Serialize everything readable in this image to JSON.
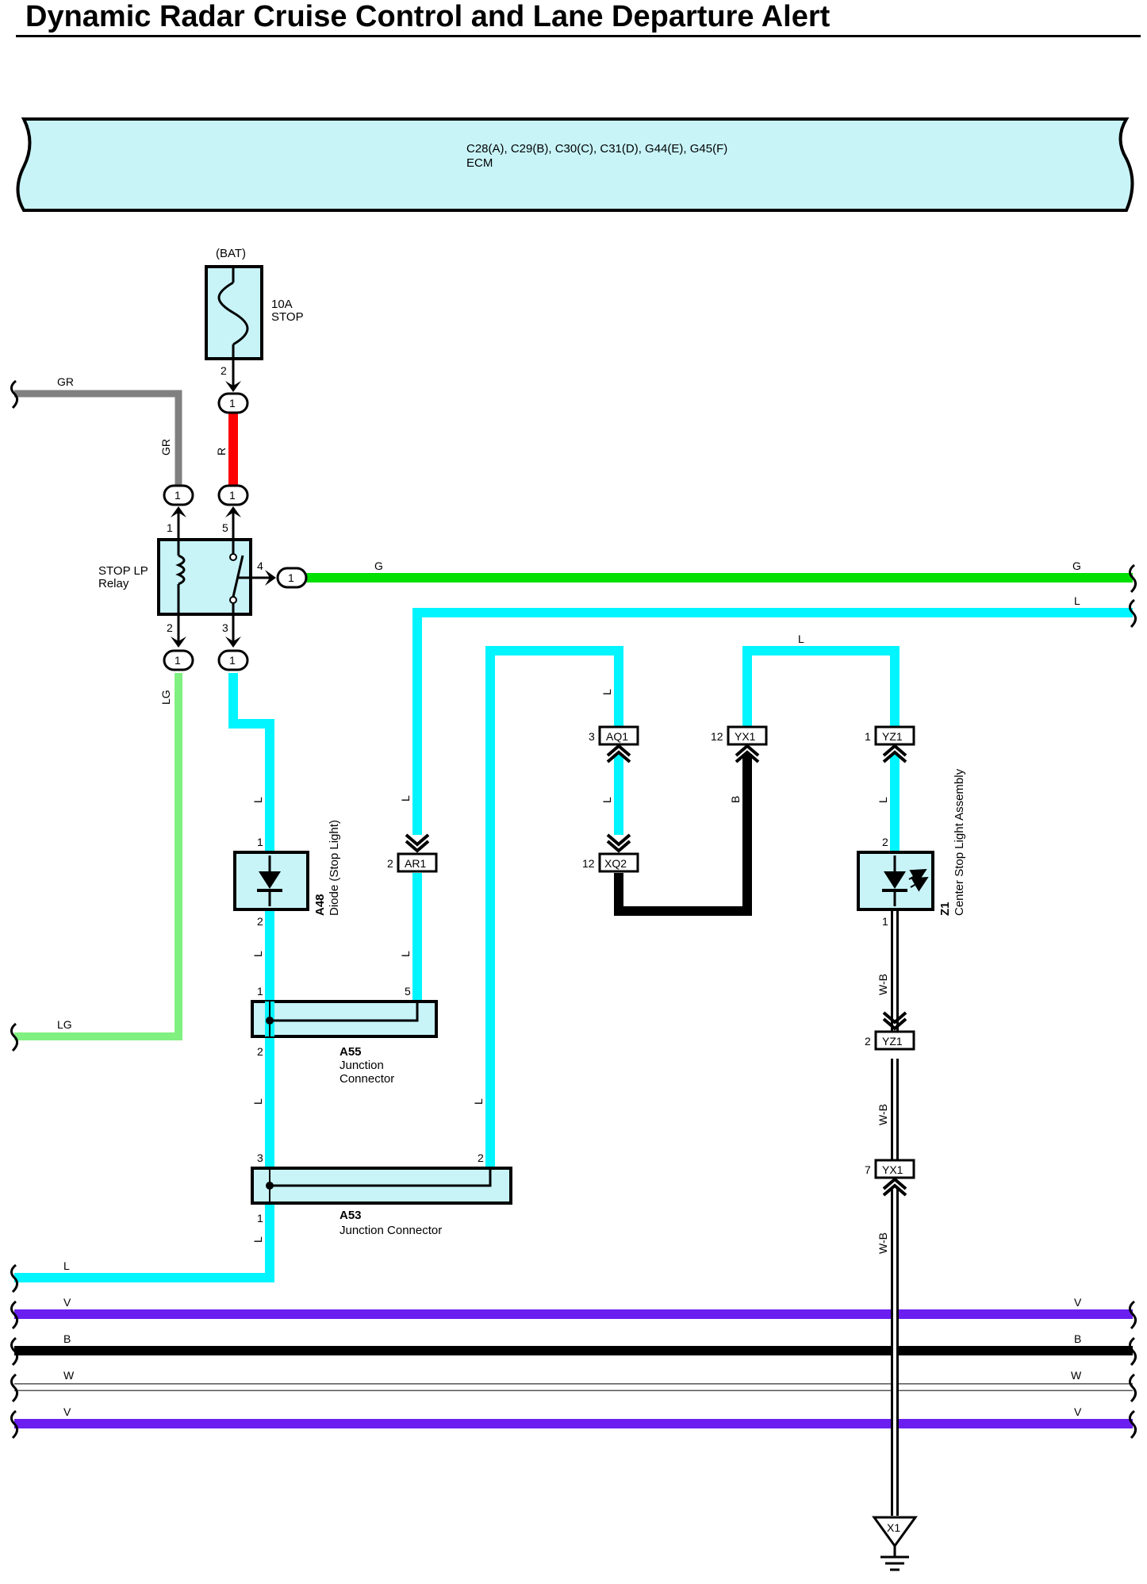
{
  "title": "Dynamic Radar Cruise Control and Lane Departure Alert",
  "colors": {
    "GR": "#808080",
    "R": "#ff0000",
    "G": "#00e000",
    "L": "#00f5ff",
    "LG": "#80f080",
    "B": "#000000",
    "V": "#6a1ff0",
    "W": "#ffffff",
    "W-B": "#ffffff",
    "component_fill": "#c8f4f8"
  },
  "ecm": {
    "connectors": "C28(A), C29(B), C30(C), C31(D), G44(E), G45(F)",
    "name": "ECM"
  },
  "fuse": {
    "source": "(BAT)",
    "rating": "10A",
    "name": "STOP",
    "pin": "2"
  },
  "relay": {
    "name_line1": "STOP LP",
    "name_line2": "Relay",
    "pins": {
      "p1": "1",
      "p2": "2",
      "p3": "3",
      "p4": "4",
      "p5": "5"
    }
  },
  "diode": {
    "code": "A48",
    "name": "Diode (Stop Light)",
    "pin_top": "1",
    "pin_bottom": "2"
  },
  "a55": {
    "code": "A55",
    "name_line1": "Junction",
    "name_line2": "Connector",
    "pins": {
      "p1": "1",
      "p2": "2",
      "p5": "5"
    }
  },
  "a53": {
    "code": "A53",
    "name": "Junction Connector",
    "pins": {
      "p1": "1",
      "p2": "2",
      "p3": "3"
    }
  },
  "lamp": {
    "code": "Z1",
    "name": "Center Stop Light Assembly",
    "pin_top": "2",
    "pin_bottom": "1"
  },
  "connectors": {
    "ar1": {
      "label": "AR1",
      "pin": "2"
    },
    "aq1": {
      "label": "AQ1",
      "pin": "3"
    },
    "xq2": {
      "label": "XQ2",
      "pin": "12"
    },
    "yx1_top": {
      "label": "YX1",
      "pin": "12"
    },
    "yz1_top": {
      "label": "YZ1",
      "pin": "1"
    },
    "yz1_low": {
      "label": "YZ1",
      "pin": "2"
    },
    "yx1_low": {
      "label": "YX1",
      "pin": "7"
    },
    "ground": {
      "label": "X1"
    },
    "inline": {
      "label": "1"
    }
  },
  "wire_labels": {
    "gr": "GR",
    "r": "R",
    "g": "G",
    "l": "L",
    "lg": "LG",
    "b": "B",
    "v": "V",
    "w": "W",
    "wb": "W-B"
  }
}
